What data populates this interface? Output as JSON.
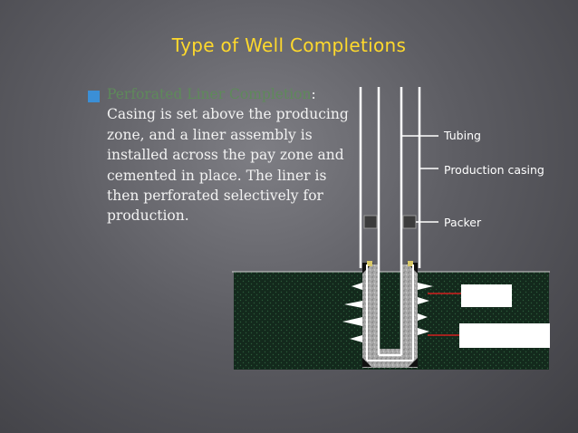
{
  "slide": {
    "title": "Type of Well Completions",
    "bullet": {
      "highlight": "Perforated Liner Completion",
      "text": ": Casing is set above the producing zone, and a liner assembly is installed across the pay zone and cemented in place. The liner is then perforated selectively for production."
    }
  },
  "diagram": {
    "labels": {
      "tubing": "Tubing",
      "production_casing": "Production casing",
      "packer": "Packer"
    },
    "colors": {
      "formation": "#13291c",
      "pipe": "#ffffff",
      "cement": "#a9a9a9",
      "leader_red": "#d21f1f"
    }
  }
}
